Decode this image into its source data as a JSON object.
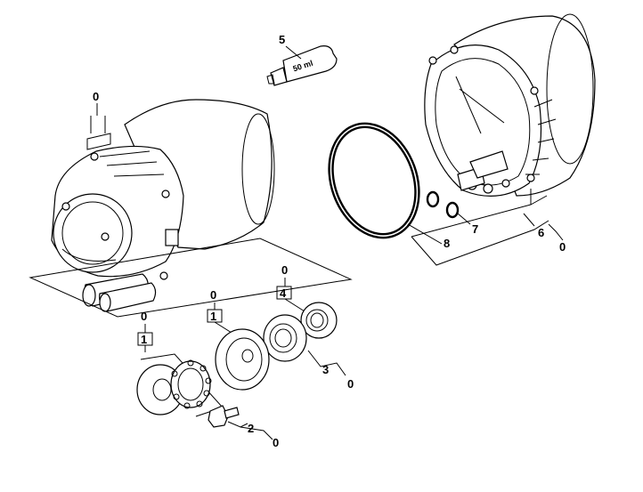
{
  "diagram": {
    "tube_label": "50 ml",
    "callouts": {
      "tube": "5",
      "left_motor_top": "0",
      "seal_ring": "8",
      "o_ring": "7",
      "right_housing_main": "6",
      "right_housing_sub": "0",
      "bearing_group_top": "0",
      "bearing_group_box": "4",
      "washer_group_top": "0",
      "washer_group_box": "1",
      "flange_group_top": "0",
      "flange_group_box": "1",
      "bearing_ring_main": "3",
      "bearing_ring_sub": "0",
      "bolt_main": "2",
      "bolt_sub": "0"
    }
  }
}
